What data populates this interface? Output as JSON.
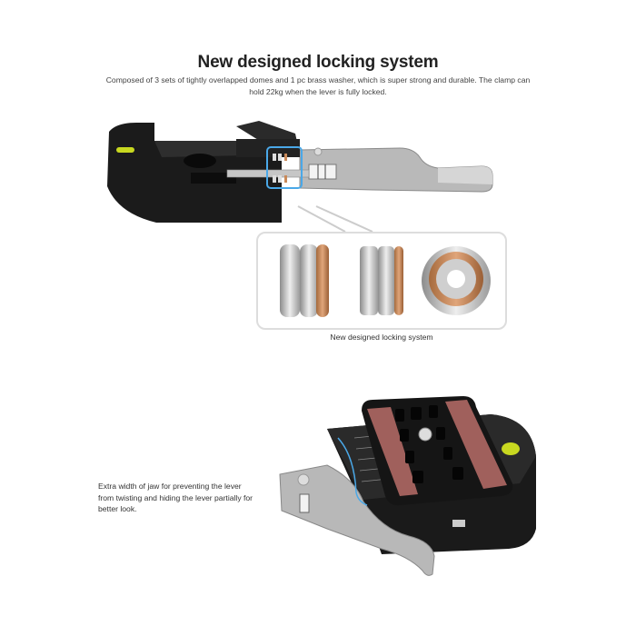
{
  "header": {
    "title": "New designed locking system",
    "description": "Composed of  3 sets of tightly overlapped domes  and 1 pc brass washer, which is super strong and durable. The clamp can hold 22kg  when the lever is fully locked."
  },
  "detail_panel": {
    "caption": "New designed locking system",
    "parts": [
      "stacked-domes-with-washer",
      "domes-side-view",
      "brass-washer-front-view"
    ]
  },
  "bottom_section": {
    "note": "Extra width of jaw for preventing the lever from twisting and  hiding the lever partially for better look."
  },
  "colors": {
    "highlight_blue": "#4aa8e8",
    "brass": "#c98a5a",
    "clamp_black": "#1b1b1b",
    "lever_silver": "#b8b8b8",
    "rubber_pad": "#a0605c",
    "bubble_level": "#c8d820"
  }
}
